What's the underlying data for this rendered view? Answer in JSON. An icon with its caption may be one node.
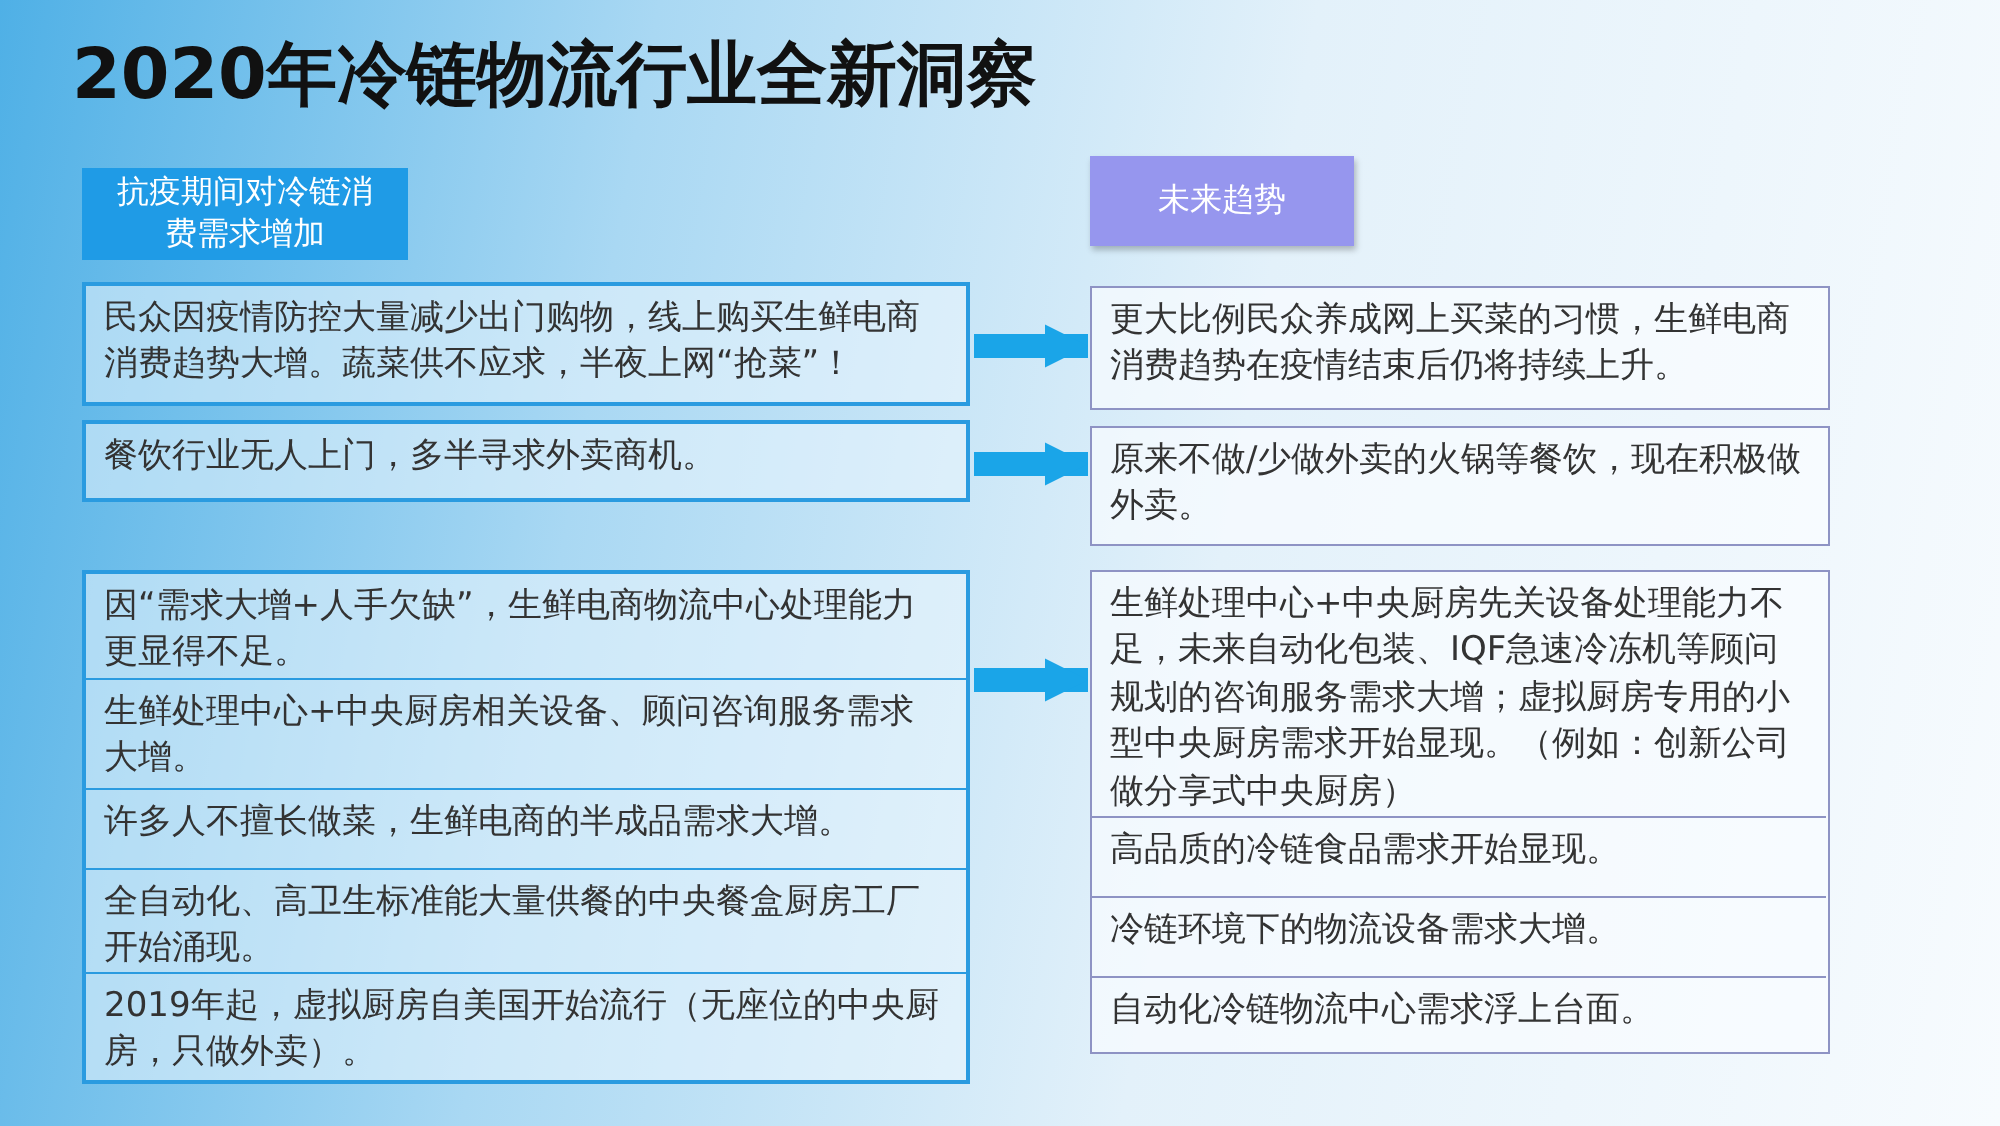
{
  "diagram": {
    "title": "2020年冷链物流行业全新洞察",
    "nodes": [
      {
        "text": [
          "抗疫期间对冷链消费需求增加"
        ]
      },
      {
        "text": [
          "未来趋势"
        ]
      },
      {
        "text": [
          "民众因疫情防控大量减少出门购物，线上购买生鲜电商消费趋势大增。蔬菜供不应求，半夜上网“抢菜”！"
        ]
      },
      {
        "text": [
          "更大比例民众养成网上买菜的习惯，生鲜电商消费趋势在疫情结束后仍将持续上升。"
        ]
      },
      {
        "text": [
          "餐饮行业无人上门，多半寻求外卖商机。"
        ]
      },
      {
        "text": [
          "原来不做/少做外卖的火锅等餐饮，现在积极做外卖。"
        ]
      },
      {
        "text": [],
        "shape": "box"
      },
      {
        "text": [
          "因“需求大增+人手欠缺”，生鲜电商物流中心处理能力更显得不足。"
        ],
        "in": 6
      },
      {
        "text": [
          "生鲜处理中心+中央厨房相关设备、顾问咨询服务需求大增。"
        ],
        "in": 6
      },
      {
        "text": [
          "许多人不擅长做菜，生鲜电商的半成品需求大增。"
        ],
        "in": 6
      },
      {
        "text": [
          "全自动化、高卫生标准能大量供餐的中央餐盒厨房工厂开始涌现。"
        ],
        "in": 6
      },
      {
        "text": [
          "2019年起，虚拟厨房自美国开始流行（无座位的中央厨房，只做外卖）。"
        ],
        "in": 6
      },
      {
        "text": [],
        "shape": "box"
      },
      {
        "text": [
          "生鲜处理中心+中央厨房先关设备处理能力不足，未来自动化包装、IQF急速冷冻机等顾问规划的咨询服务需求大增；虚拟厨房专用的小型中央厨房需求开始显现。（例如：创新公司做分享式中央厨房）"
        ],
        "in": 12
      },
      {
        "text": [
          "高品质的冷链食品需求开始显现。"
        ],
        "in": 12
      },
      {
        "text": [
          "冷链环境下的物流设备需求大增。"
        ],
        "in": 12
      },
      {
        "text": [
          "自动化冷链物流中心需求浮上台面。"
        ],
        "in": 12
      }
    ],
    "edges": [
      {
        "from": 2,
        "to": 3,
        "arrow": "to"
      },
      {
        "from": 4,
        "to": 5,
        "arrow": "to"
      },
      {
        "from": 6,
        "to": 12,
        "arrow": "to"
      }
    ]
  }
}
